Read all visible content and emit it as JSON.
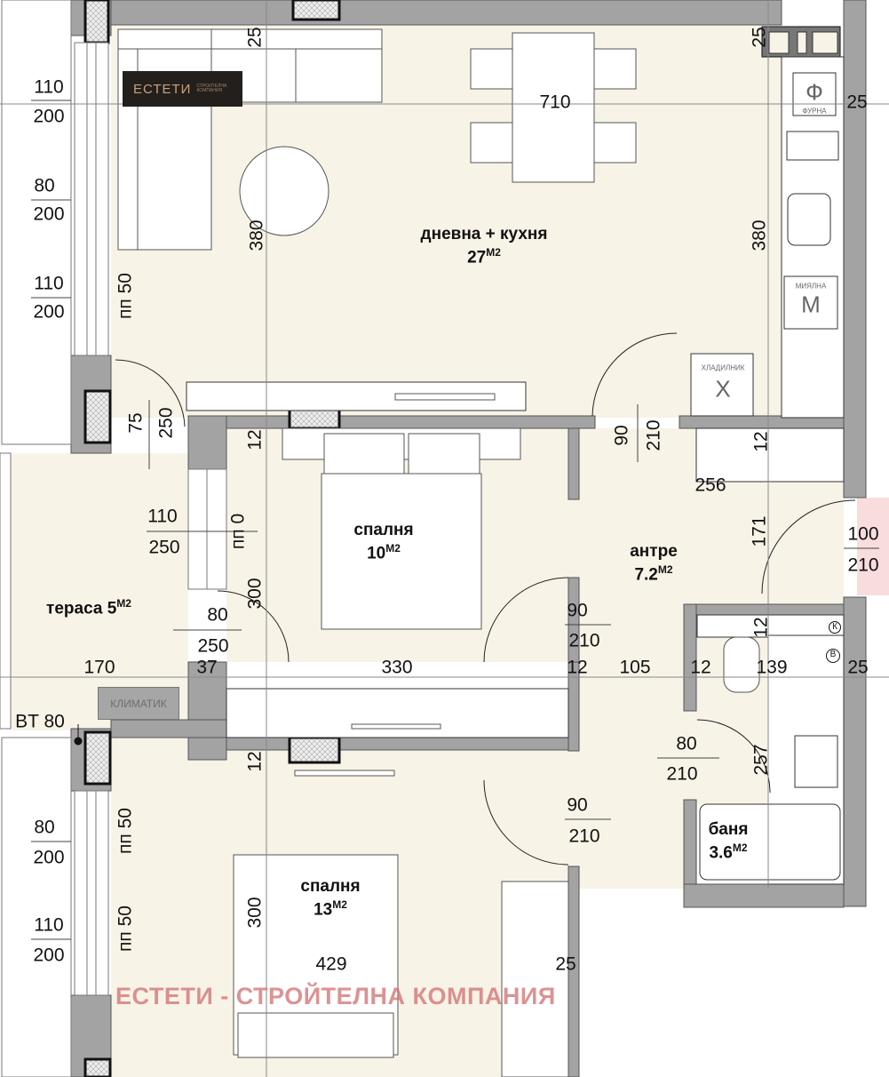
{
  "logo": {
    "name": "ЕСТЕТИ",
    "tagline": "СТРОИТЕЛНА КОМПАНИЯ"
  },
  "watermark": "ЕСТЕТИ - СТРОЙТЕЛНА КОМПАНИЯ",
  "rooms": {
    "living": {
      "name": "дневна + кухня",
      "area": "27",
      "unit": "M2"
    },
    "bedroom1": {
      "name": "спалня",
      "area": "10",
      "unit": "M2"
    },
    "hall": {
      "name": "антре",
      "area": "7.2",
      "unit": "M2"
    },
    "terrace": {
      "name": "тераса 5",
      "unit": "M2"
    },
    "bath": {
      "name": "баня",
      "area": "3.6",
      "unit": "M2"
    },
    "bedroom2": {
      "name": "спалня",
      "area": "13",
      "unit": "M2"
    }
  },
  "appliances": {
    "oven": {
      "symbol": "Ф",
      "label": "ФУРНА"
    },
    "dishwasher": {
      "symbol": "М",
      "label": "МИЯЛНА"
    },
    "fridge": {
      "symbol": "Х",
      "label": "ХЛАДИЛНИК"
    },
    "aircon": "КЛИМАТИК",
    "boiler_k": "К",
    "boiler_b": "В"
  },
  "labels": {
    "bt": "BT 80",
    "sill_50": "пп 50",
    "sill_0": "пп 0"
  },
  "dims": {
    "top_25a": "25",
    "top_25b": "25",
    "right_25": "25",
    "living_710": "710",
    "living_380a": "380",
    "living_380b": "380",
    "w1_w": "110",
    "w1_h": "200",
    "w2_w": "80",
    "w2_h": "200",
    "w3_w": "110",
    "w3_h": "200",
    "td_w": "75",
    "td_h": "250",
    "wall_12a": "12",
    "tw_w": "110",
    "tw_h": "250",
    "td2_w": "80",
    "td2_h": "250",
    "b1_300": "300",
    "row_170": "170",
    "row_37": "37",
    "row_330": "330",
    "row_12a": "12",
    "row_105": "105",
    "row_12b": "12",
    "row_139": "139",
    "row_25": "25",
    "ld_w": "90",
    "ld_h": "210",
    "wall_12b": "12",
    "hall_256": "256",
    "hall_171": "171",
    "ed_w": "100",
    "ed_h": "210",
    "b1d_w": "90",
    "b1d_h": "210",
    "bath_12": "12",
    "bd_w": "80",
    "bd_h": "210",
    "bath_257": "257",
    "b2d_w": "90",
    "b2d_h": "210",
    "wall_12c": "12",
    "b2_300": "300",
    "b2_429": "429",
    "b2_25": "25",
    "w4_w": "80",
    "w4_h": "200",
    "w5_w": "110",
    "w5_h": "200"
  },
  "colors": {
    "wall": "#a3a3a3",
    "floor": "#f8f3e7",
    "entry": "#f9dcdc",
    "watermark": "#d26e6e"
  }
}
